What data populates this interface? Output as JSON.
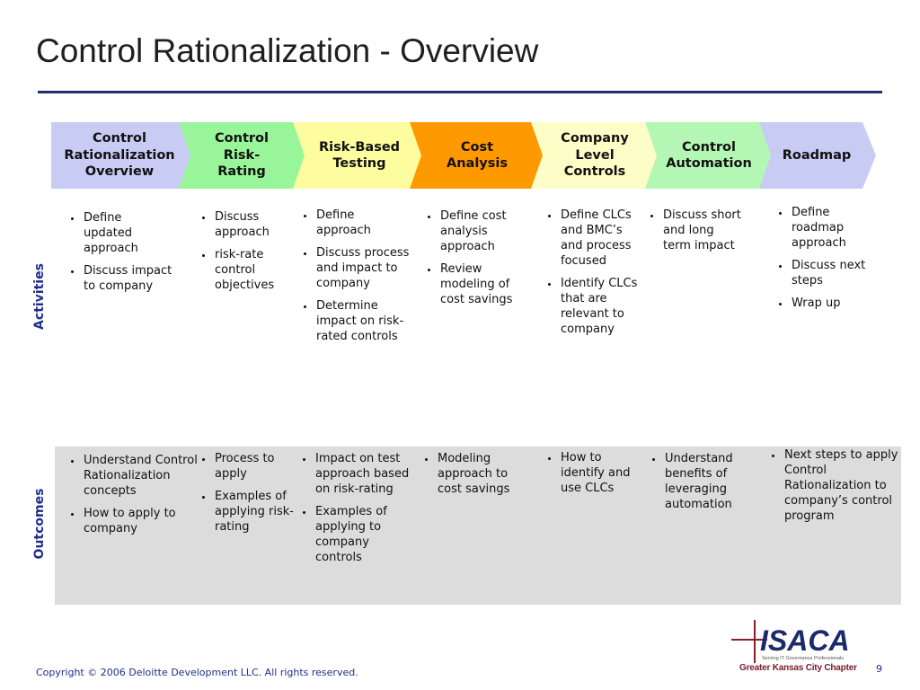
{
  "title": "Control Rationalization - Overview",
  "colors": {
    "rule": "#1f2f6b",
    "chevrons": [
      "#c8ccf4",
      "#99f59a",
      "#fdfda0",
      "#ff9900",
      "#fdfdc8",
      "#b4f7b4",
      "#c8ccf4"
    ]
  },
  "phases": [
    "Control Rationalization Overview",
    "Control Risk-Rating",
    "Risk-Based Testing",
    "Cost Analysis",
    "Company Level Controls",
    "Control Automation",
    "Roadmap"
  ],
  "rows": {
    "activities": "Activities",
    "outcomes": "Outcomes"
  },
  "activities": [
    [
      "Define updated approach",
      "Discuss impact to company"
    ],
    [
      "Discuss approach",
      "risk-rate control objectives"
    ],
    [
      "Define approach",
      "Discuss process and impact to company",
      "Determine impact on risk-rated controls"
    ],
    [
      "Define cost analysis approach",
      "Review modeling of cost savings"
    ],
    [
      "Define CLCs and BMC’s and process focused",
      "Identify CLCs that are relevant to company"
    ],
    [
      "Discuss short and long term impact"
    ],
    [
      "Define roadmap approach",
      "Discuss next steps",
      "Wrap up"
    ]
  ],
  "outcomes": [
    [
      "Understand Control Rationalization concepts",
      "How to apply to company"
    ],
    [
      "Process to apply",
      "Examples of applying risk-rating"
    ],
    [
      "Impact on test approach based on risk-rating",
      "Examples of applying to company controls"
    ],
    [
      "Modeling approach to cost savings"
    ],
    [
      "How to identify and use CLCs"
    ],
    [
      "Understand benefits of leveraging automation"
    ],
    [
      "Next steps to apply Control Rationalization to company’s control program"
    ]
  ],
  "footer": {
    "copyright": "Copyright © 2006 Deloitte Development LLC. All rights reserved.",
    "page": "9"
  },
  "logo": {
    "name": "ISACA",
    "tagline": "Serving IT Governance Professionals",
    "chapter": "Greater Kansas City Chapter"
  }
}
